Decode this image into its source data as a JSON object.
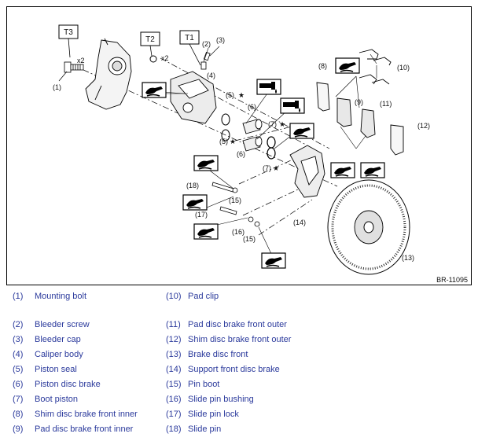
{
  "figure": {
    "id": "BR-11095",
    "torque_boxes": [
      "T3",
      "T2",
      "T1"
    ],
    "qty_marks": [
      "x2",
      "x2"
    ],
    "callouts": [
      "(1)",
      "(2)",
      "(3)",
      "(4)",
      "(5)",
      "(5)",
      "(6)",
      "(6)",
      "(7)",
      "(7)",
      "(8)",
      "(9)",
      "(10)",
      "(11)",
      "(12)",
      "(13)",
      "(14)",
      "(15)",
      "(15)",
      "(16)",
      "(17)",
      "(18)"
    ],
    "star": "★",
    "icons": [
      "grease-icon",
      "brake-fluid-icon",
      "brake-fluid-icon",
      "brake-fluid-icon",
      "grease-icon",
      "grease-icon",
      "grease-icon",
      "grease-icon",
      "grease-icon",
      "grease-icon",
      "grease-icon",
      "grease-icon"
    ]
  },
  "legend": [
    {
      "num": "(1)",
      "name": "Mounting bolt"
    },
    {
      "num": "(2)",
      "name": "Bleeder screw"
    },
    {
      "num": "(3)",
      "name": "Bleeder cap"
    },
    {
      "num": "(4)",
      "name": "Caliper body"
    },
    {
      "num": "(5)",
      "name": "Piston seal"
    },
    {
      "num": "(6)",
      "name": "Piston disc brake"
    },
    {
      "num": "(7)",
      "name": "Boot piston"
    },
    {
      "num": "(8)",
      "name": "Shim disc brake front inner"
    },
    {
      "num": "(9)",
      "name": "Pad disc brake front inner"
    },
    {
      "num": "(10)",
      "name": "Pad clip"
    },
    {
      "num": "(11)",
      "name": "Pad disc brake front outer"
    },
    {
      "num": "(12)",
      "name": "Shim disc brake front outer"
    },
    {
      "num": "(13)",
      "name": "Brake disc front"
    },
    {
      "num": "(14)",
      "name": "Support front disc brake"
    },
    {
      "num": "(15)",
      "name": "Pin boot"
    },
    {
      "num": "(16)",
      "name": "Slide pin bushing"
    },
    {
      "num": "(17)",
      "name": "Slide pin lock"
    },
    {
      "num": "(18)",
      "name": "Slide pin"
    }
  ]
}
